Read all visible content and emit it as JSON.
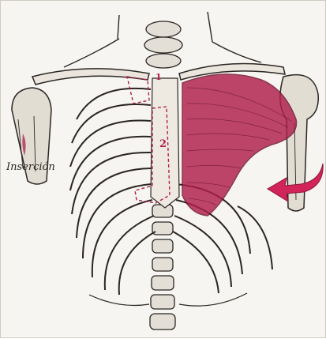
{
  "labels": {
    "insertion": "Inserción",
    "marker_one": "1",
    "marker_two": "2"
  },
  "colors": {
    "muscle": "#b01e4c",
    "bone_line": "#2b2623",
    "background": "#f7f5f1"
  }
}
